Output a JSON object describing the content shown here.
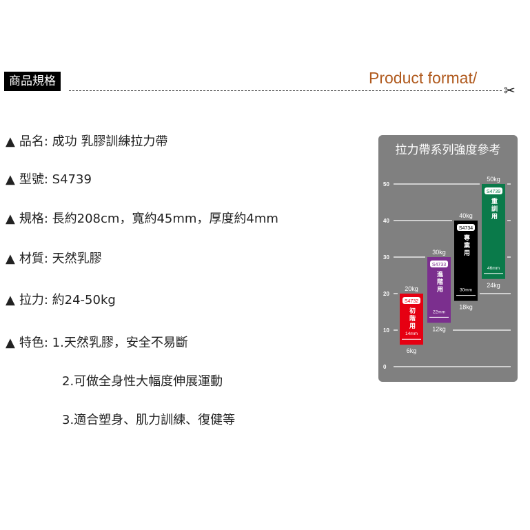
{
  "header": {
    "tag": "商品規格",
    "title": "Product format/",
    "scissors": "✂"
  },
  "specs": [
    {
      "label": "品名:",
      "value": "成功 乳膠訓練拉力帶"
    },
    {
      "label": "型號:",
      "value": "S4739"
    },
    {
      "label": "規格:",
      "value": "長約208cm，寬約45mm，厚度約4mm"
    },
    {
      "label": "材質:",
      "value": "天然乳膠"
    },
    {
      "label": "拉力:",
      "value": "約24-50kg"
    },
    {
      "label": "特色:",
      "value": "1.天然乳膠，安全不易斷"
    }
  ],
  "features_more": [
    "2.可做全身性大幅度伸展運動",
    "3.適合塑身、肌力訓練、復健等"
  ],
  "chart_data": {
    "type": "bar",
    "title": "拉力帶系列強度參考",
    "yticks": [
      0,
      10,
      20,
      30,
      40,
      50
    ],
    "ylim": [
      0,
      50
    ],
    "series": [
      {
        "model": "S4732",
        "use": "初階用",
        "width": "14mm",
        "min": 6,
        "max": 20,
        "min_label": "6kg",
        "max_label": "20kg",
        "color": "#e60012"
      },
      {
        "model": "S4733",
        "use": "進階用",
        "width": "22mm",
        "min": 12,
        "max": 30,
        "min_label": "12kg",
        "max_label": "30kg",
        "color": "#7b2f8e"
      },
      {
        "model": "S4734",
        "use": "專業用",
        "width": "30mm",
        "min": 18,
        "max": 40,
        "min_label": "18kg",
        "max_label": "40kg",
        "color": "#000000"
      },
      {
        "model": "S4739",
        "use": "重訓用",
        "width": "46mm",
        "min": 24,
        "max": 50,
        "min_label": "24kg",
        "max_label": "50kg",
        "color": "#0a7a4a"
      }
    ]
  }
}
